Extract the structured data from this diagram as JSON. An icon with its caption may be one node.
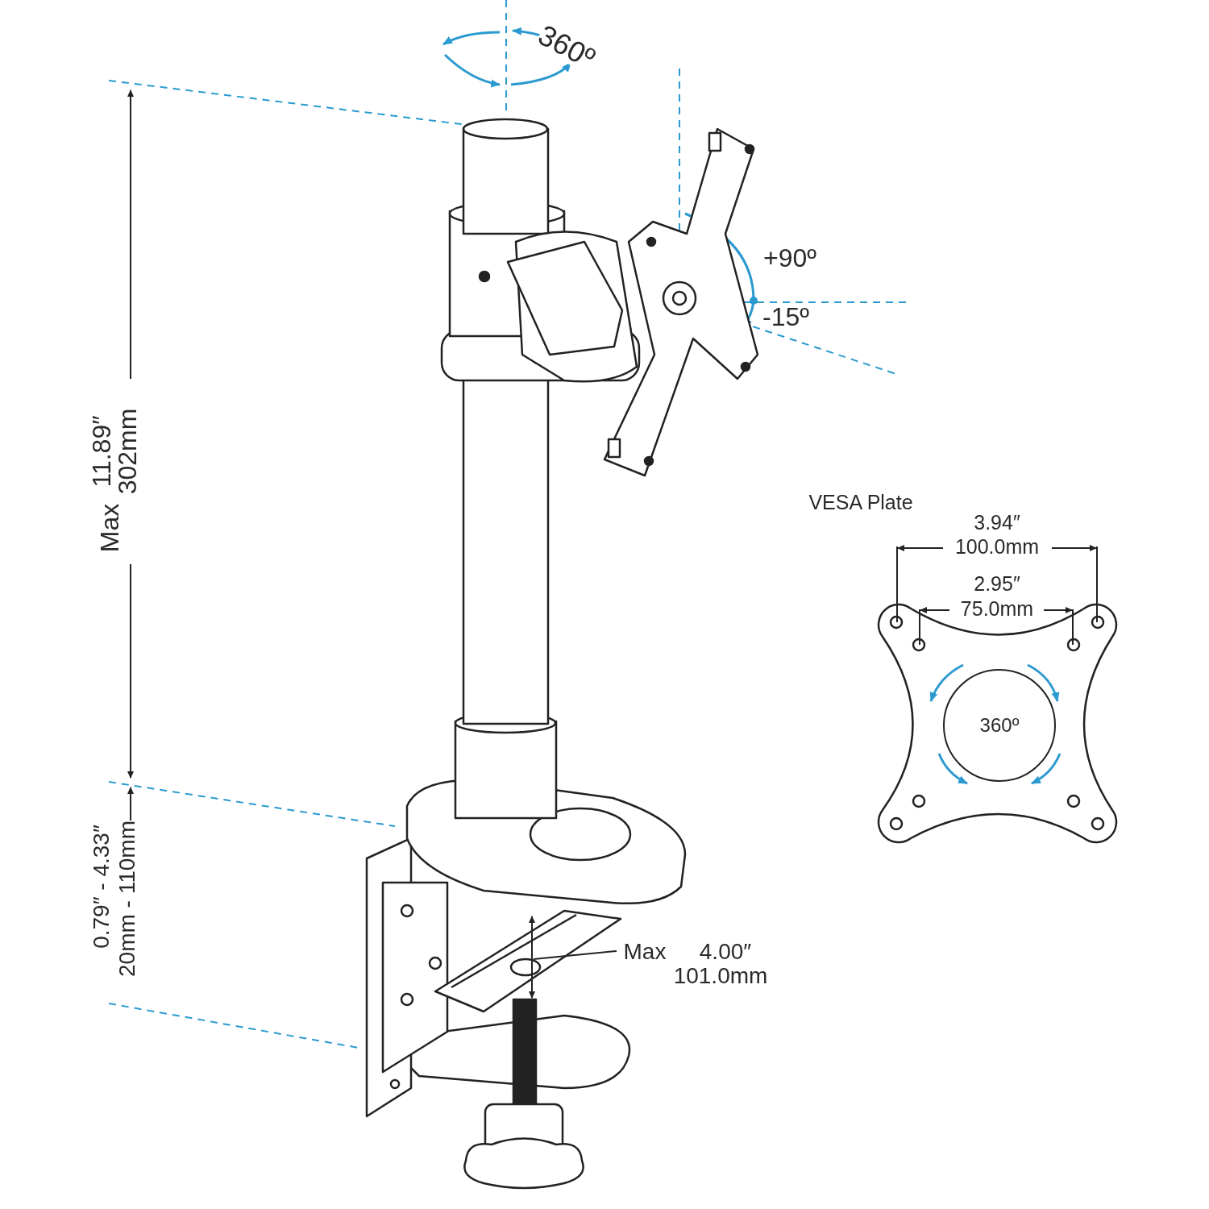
{
  "diagram": {
    "nodes": [
      {
        "text": [
          "360º"
        ]
      }
    ],
    "labels": [
      "360º",
      "+90º",
      "-15º",
      "Max",
      "11.89″",
      "302mm",
      "VESA Plate",
      "3.94″",
      "100.0mm",
      "2.95″",
      "75.0mm",
      "0.79″ - 4.33″",
      "20mm - 110mm",
      "Max",
      "4.00″",
      "101.0mm"
    ]
  }
}
